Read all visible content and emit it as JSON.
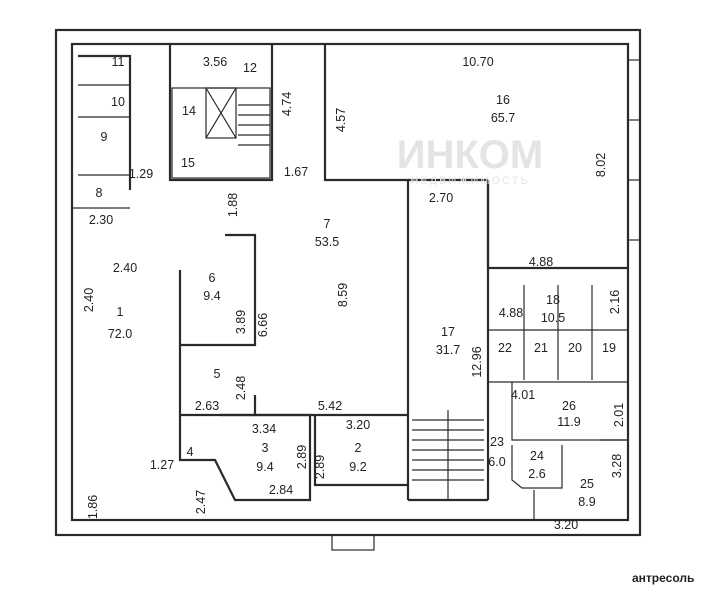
{
  "title": "антресоль",
  "watermark": {
    "brand": "ИНКОМ",
    "sub": "НЕДВИЖИМОСТЬ"
  },
  "rooms": [
    {
      "no": "1",
      "area": "72.0"
    },
    {
      "no": "2",
      "area": "9.2"
    },
    {
      "no": "3",
      "area": "9.4"
    },
    {
      "no": "4"
    },
    {
      "no": "5"
    },
    {
      "no": "6",
      "area": "9.4"
    },
    {
      "no": "7",
      "area": "53.5"
    },
    {
      "no": "8"
    },
    {
      "no": "9"
    },
    {
      "no": "10"
    },
    {
      "no": "11"
    },
    {
      "no": "12"
    },
    {
      "no": "14"
    },
    {
      "no": "15"
    },
    {
      "no": "16",
      "area": "65.7"
    },
    {
      "no": "17",
      "area": "31.7"
    },
    {
      "no": "18",
      "area": "10.5"
    },
    {
      "no": "19"
    },
    {
      "no": "20"
    },
    {
      "no": "21"
    },
    {
      "no": "22"
    },
    {
      "no": "23",
      "area": "6.0"
    },
    {
      "no": "24",
      "area": "2.6"
    },
    {
      "no": "25",
      "area": "8.9"
    },
    {
      "no": "26",
      "area": "11.9"
    }
  ],
  "dimensions": [
    "3.56",
    "4.74",
    "4.57",
    "1.29",
    "1.67",
    "2.30",
    "1.88",
    "2.40",
    "2.40",
    "3.89",
    "6.66",
    "8.59",
    "10.70",
    "8.02",
    "2.70",
    "4.88",
    "4.88",
    "2.16",
    "12.96",
    "2.48",
    "2.63",
    "5.42",
    "3.34",
    "3.20",
    "2.89",
    "2.89",
    "1.27",
    "2.84",
    "2.47",
    "1.86",
    "4.01",
    "2.01",
    "3.28",
    "3.20"
  ]
}
